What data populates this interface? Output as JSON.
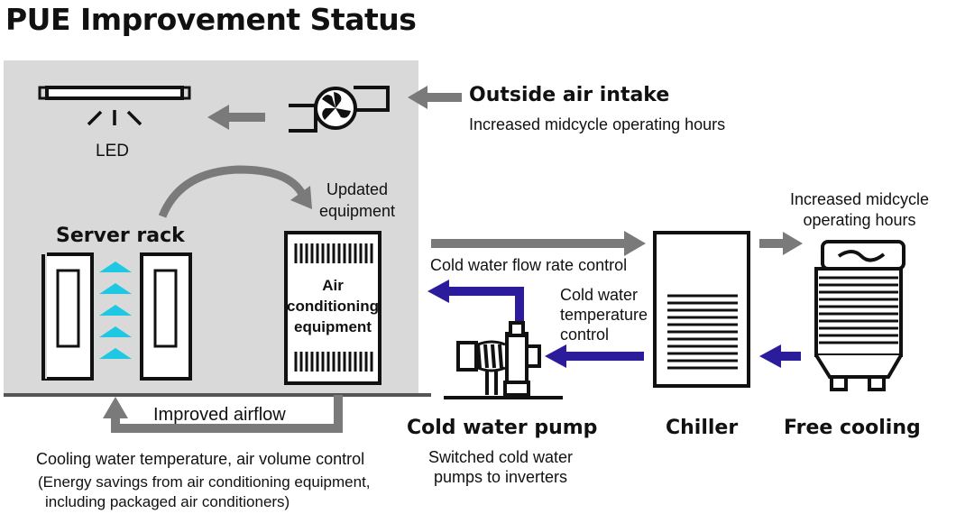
{
  "title": "PUE Improvement Status",
  "labels": {
    "led": "LED",
    "outside_air_intake": "Outside air intake",
    "outside_air_sub": "Increased midcycle operating hours",
    "updated_equipment_1": "Updated",
    "updated_equipment_2": "equipment",
    "server_rack": "Server rack",
    "ac_line1": "Air",
    "ac_line2": "conditioning",
    "ac_line3": "equipment",
    "cold_water_flow": "Cold water flow rate control",
    "cwt_line1": "Cold water",
    "cwt_line2": "temperature",
    "cwt_line3": "control",
    "free_cooling_sub1": "Increased midcycle",
    "free_cooling_sub2": "operating hours",
    "improved_airflow": "Improved airflow",
    "cold_water_pump": "Cold water pump",
    "pump_sub1": "Switched cold water",
    "pump_sub2": "pumps to inverters",
    "chiller": "Chiller",
    "free_cooling": "Free cooling",
    "cooling_ctrl": "Cooling water temperature, air volume control",
    "energy_line1": "(Energy savings from air conditioning equipment,",
    "energy_line2": "including packaged air conditioners)"
  },
  "icons": [
    "led-light-icon",
    "fan-icon",
    "server-rack-icon",
    "air-conditioner-icon",
    "pump-icon",
    "chiller-icon",
    "free-cooling-icon"
  ],
  "colors": {
    "room_bg": "#d9d9d9",
    "gray_arrow": "#7a7a7a",
    "blue_arrow": "#2b1c9c",
    "airflow_cyan": "#1ec8e0"
  }
}
